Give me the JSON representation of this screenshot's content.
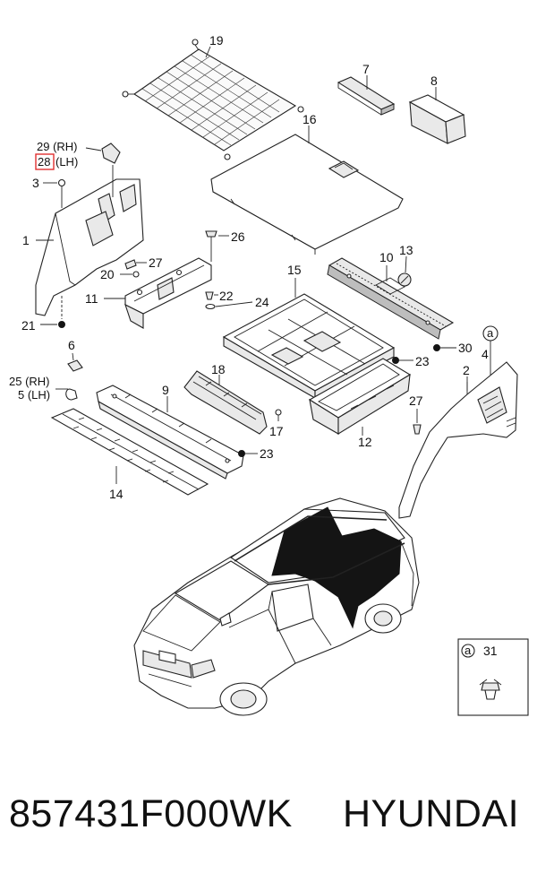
{
  "callouts": {
    "c1": "1",
    "c2": "2",
    "c3": "3",
    "c4": "4",
    "c5": "5 (LH)",
    "c6": "6",
    "c7": "7",
    "c8": "8",
    "c9": "9",
    "c10": "10",
    "c11": "11",
    "c12": "12",
    "c13": "13",
    "c14": "14",
    "c15": "15",
    "c16": "16",
    "c17": "17",
    "c18": "18",
    "c19": "19",
    "c20": "20",
    "c21": "21",
    "c22": "22",
    "c23a": "23",
    "c23b": "23",
    "c24": "24",
    "c25": "25 (RH)",
    "c26": "26",
    "c27a": "27",
    "c27b": "27",
    "c28": "28",
    "c28_suffix": "(LH)",
    "c29": "29 (RH)",
    "c30": "30",
    "circle_a": "a"
  },
  "inset": {
    "circle": "a",
    "number": "31"
  },
  "footer": {
    "part_number": "857431F000WK",
    "brand": "HYUNDAI"
  },
  "colors": {
    "highlight": "#e03030",
    "ink": "#111111",
    "shade": "#141414"
  }
}
